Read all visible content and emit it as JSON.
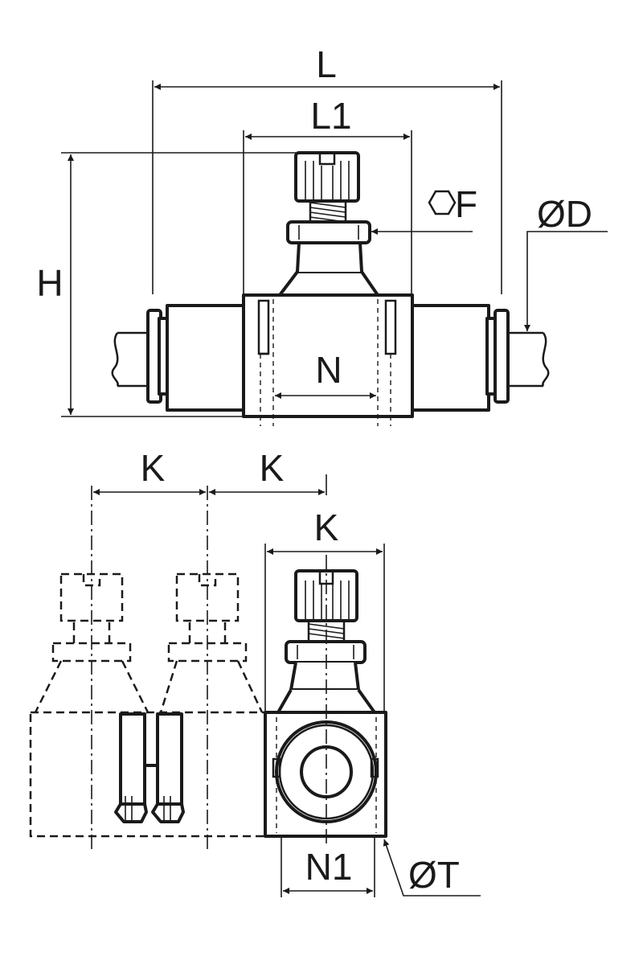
{
  "labels": {
    "L": "L",
    "L1": "L1",
    "F": "F",
    "D": "ØD",
    "H": "H",
    "N": "N",
    "K_left": "K",
    "K_middle": "K",
    "K_right": "K",
    "N1": "N1",
    "T": "ØT"
  },
  "colors": {
    "line": "#1a1a1a",
    "background": "#ffffff"
  },
  "icons": {
    "hex_symbol": "hexagon-icon"
  }
}
